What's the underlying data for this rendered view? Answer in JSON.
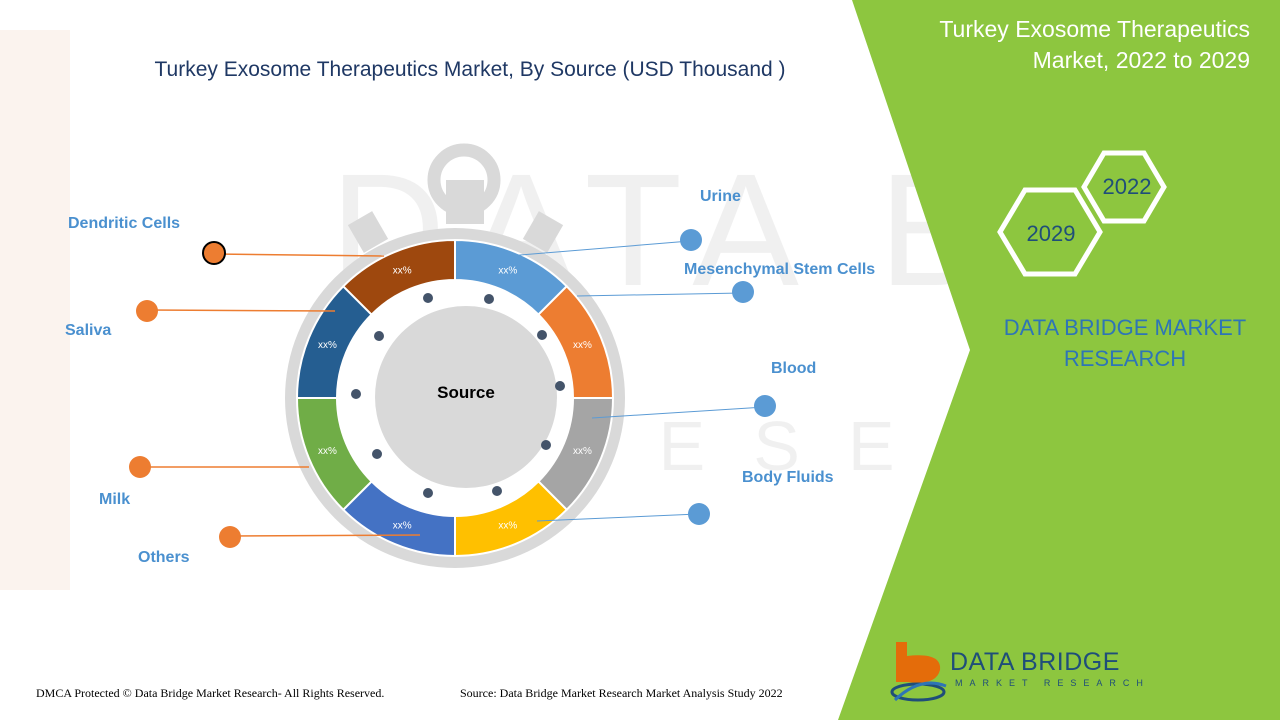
{
  "header": {
    "chart_title": "Turkey Exosome Therapeutics Market, By Source (USD Thousand )",
    "side_title_line1": "Turkey Exosome Therapeutics",
    "side_title_line2": "Market, 2022 to 2029"
  },
  "years": {
    "start": "2022",
    "end": "2029"
  },
  "brand": {
    "side_line1": "DATA BRIDGE MARKET",
    "side_line2": "RESEARCH",
    "logo_name": "DATA BRIDGE",
    "logo_sub": "MARKET RESEARCH"
  },
  "footer": {
    "copyright": "DMCA Protected © Data Bridge Market Research- All Rights Reserved.",
    "source": "Source: Data Bridge Market Research Market Analysis Study 2022"
  },
  "colors": {
    "green": "#8dc63f",
    "navy": "#1f3864",
    "label_blue": "#4a90cf",
    "gray_ring": "#d9d9d9",
    "orange_marker": "#ed7d31",
    "blue_marker": "#5b9bd5"
  },
  "chart_data": {
    "type": "donut",
    "center_label": "Source",
    "segments": [
      {
        "label": "Urine",
        "value_label": "xx%",
        "color": "#5b9bd5"
      },
      {
        "label": "Mesenchymal Stem Cells",
        "value_label": "xx%",
        "color": "#ed7d31"
      },
      {
        "label": "Blood",
        "value_label": "xx%",
        "color": "#a5a5a5"
      },
      {
        "label": "Body Fluids",
        "value_label": "xx%",
        "color": "#ffc000"
      },
      {
        "label": "Others",
        "value_label": "xx%",
        "color": "#4472c4"
      },
      {
        "label": "Milk",
        "value_label": "xx%",
        "color": "#70ad47"
      },
      {
        "label": "Saliva",
        "value_label": "xx%",
        "color": "#255e91"
      },
      {
        "label": "Dendritic Cells",
        "value_label": "xx%",
        "color": "#9e480e"
      }
    ]
  }
}
